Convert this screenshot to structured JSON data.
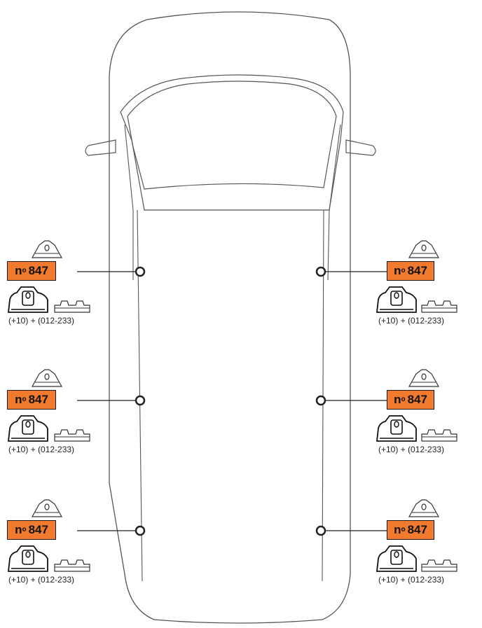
{
  "mounts": [
    {
      "id": "left-1",
      "side": "left",
      "badge": "847",
      "caption": "(+10) + (012-233)"
    },
    {
      "id": "left-2",
      "side": "left",
      "badge": "847",
      "caption": "(+10) + (012-233)"
    },
    {
      "id": "left-3",
      "side": "left",
      "badge": "847",
      "caption": "(+10) + (012-233)"
    },
    {
      "id": "right-1",
      "side": "right",
      "badge": "847",
      "caption": "(+10) + (012-233)"
    },
    {
      "id": "right-2",
      "side": "right",
      "badge": "847",
      "caption": "(+10) + (012-233)"
    },
    {
      "id": "right-3",
      "side": "right",
      "badge": "847",
      "caption": "(+10) + (012-233)"
    }
  ],
  "badge_prefix": "n",
  "badge_prefix_sup": "o",
  "colors": {
    "badge": "#f07a2e",
    "outline": "#1a1a1a"
  }
}
